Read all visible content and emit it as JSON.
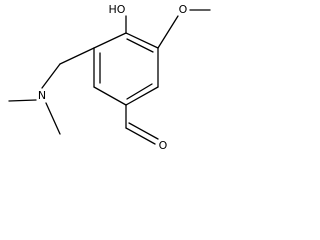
{
  "molecule": {
    "labels": {
      "hydroxyl": "HO",
      "methoxy_oxygen": "O",
      "amine_nitrogen": "N",
      "aldehyde_oxygen": "O"
    }
  }
}
